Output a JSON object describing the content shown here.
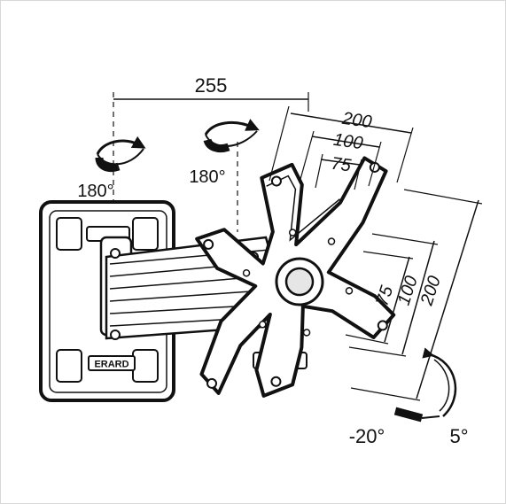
{
  "brand_label": "ERARD",
  "arm_width": "255",
  "swivel_left": "180°",
  "swivel_right": "180°",
  "vesa_horizontal": [
    "200",
    "100",
    "75"
  ],
  "vesa_vertical": [
    "75",
    "100",
    "200"
  ],
  "tilt_down": "-20°",
  "tilt_up": "5°",
  "colors": {
    "ink": "#111111",
    "fill": "#ffffff",
    "mid": "#e6e6e6",
    "border": "#d8d8d8"
  }
}
